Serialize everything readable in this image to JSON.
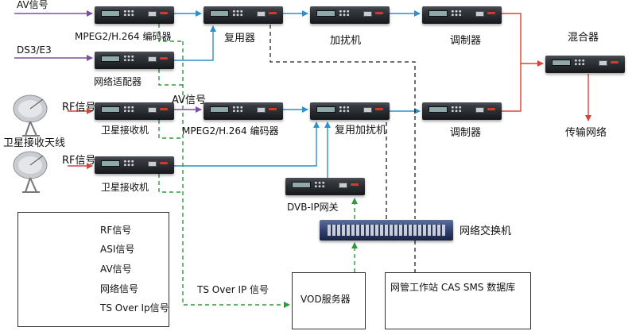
{
  "colors": {
    "rf": "#d9443a",
    "asi": "#2e8fc9",
    "av": "#7b4fa6",
    "network": "#222222",
    "tsoverip": "#2e9a3c"
  },
  "labels": {
    "av_in_top": "AV信号",
    "ds3": "DS3/E3",
    "rf_1": "RF信号",
    "rf_2": "RF信号",
    "av_mid": "AV信号",
    "encoder_top": "MPEG2/H.264 编码器",
    "net_adapter": "网络适配器",
    "sat_recv_1": "卫星接收机",
    "sat_recv_2": "卫星接收机",
    "sat_antenna": "卫星接收天线",
    "mux": "复用器",
    "scrambler": "加扰机",
    "modulator_top": "调制器",
    "encoder_mid": "MPEG2/H.264 编码器",
    "mux_scrambler": "复用加扰机",
    "modulator_mid": "调制器",
    "mixer": "混合器",
    "transmission": "传输网络",
    "dvb_ip": "DVB-IP网关",
    "switch": "网络交换机",
    "ts_over_ip": "TS Over IP 信号",
    "vod": "VOD服务器",
    "mgmt": "网管工作站  CAS  SMS  数据库"
  },
  "legend": [
    {
      "type": "rf",
      "label": "RF信号"
    },
    {
      "type": "asi",
      "label": "ASI信号"
    },
    {
      "type": "av",
      "label": "AV信号"
    },
    {
      "type": "network",
      "label": "网络信号"
    },
    {
      "type": "tsoverip",
      "label": "TS Over Ip信号"
    }
  ]
}
